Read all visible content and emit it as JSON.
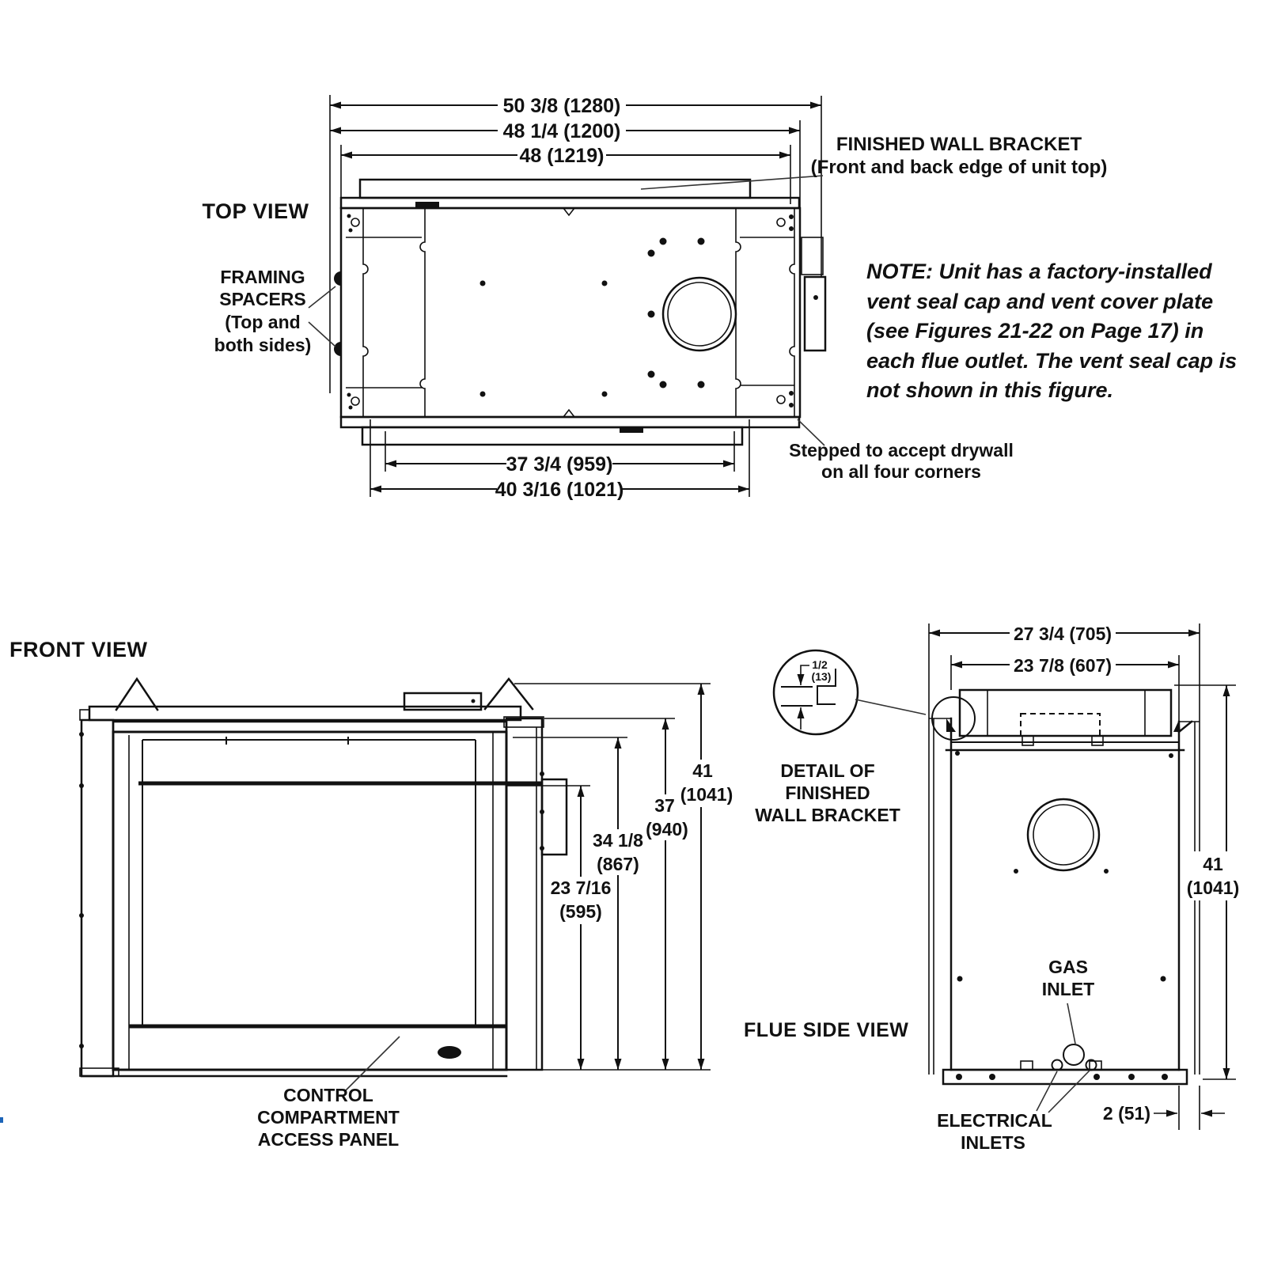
{
  "colors": {
    "ink": "#111111",
    "artifact_blue": "#1c64b8"
  },
  "top_view": {
    "title": "TOP VIEW",
    "dims": {
      "overall_width": "50 3/8 (1280)",
      "bracket_width": "48 1/4 (1200)",
      "body_width": "48 (1219)",
      "opening_width": "37 3/4 (959)",
      "base_width": "40 3/16 (1021)"
    },
    "labels": {
      "framing_spacers": [
        "FRAMING",
        "SPACERS",
        "(Top and",
        "both sides)"
      ],
      "finished_wall_bracket": [
        "FINISHED WALL BRACKET",
        "(Front and back edge of unit top)"
      ],
      "stepped": [
        "Stepped to accept drywall",
        "on all four corners"
      ]
    },
    "note": {
      "prefix": "NOTE",
      "l1": ": Unit has a factory-installed",
      "l2": "vent seal cap and vent cover plate",
      "l3_pre": "(see ",
      "l3_fig": "Figures 21-22",
      "l3_mid": " on ",
      "l3_page": "Page 17",
      "l3_post": ") in",
      "l4": "each flue outlet. The vent seal cap is",
      "l5": "not shown in this figure."
    }
  },
  "front_view": {
    "title": "FRONT VIEW",
    "dims": {
      "h41": [
        "41",
        "(1041)"
      ],
      "h37": [
        "37",
        "(940)"
      ],
      "h34": [
        "34 1/8",
        "(867)"
      ],
      "h23": [
        "23 7/16",
        "(595)"
      ]
    },
    "labels": {
      "control": [
        "CONTROL",
        "COMPARTMENT",
        "ACCESS PANEL"
      ]
    }
  },
  "flue_view": {
    "title": "FLUE SIDE VIEW",
    "dims": {
      "depth_overall": "27 3/4 (705)",
      "depth_body": "23 7/8 (607)",
      "height": [
        "41",
        "(1041)"
      ],
      "flange": "2 (51)",
      "detail_offset": [
        "1/2",
        "(13)"
      ]
    },
    "labels": {
      "detail": [
        "DETAIL OF",
        "FINISHED",
        "WALL BRACKET"
      ],
      "gas": [
        "GAS",
        "INLET"
      ],
      "electrical": [
        "ELECTRICAL",
        "INLETS"
      ]
    }
  }
}
